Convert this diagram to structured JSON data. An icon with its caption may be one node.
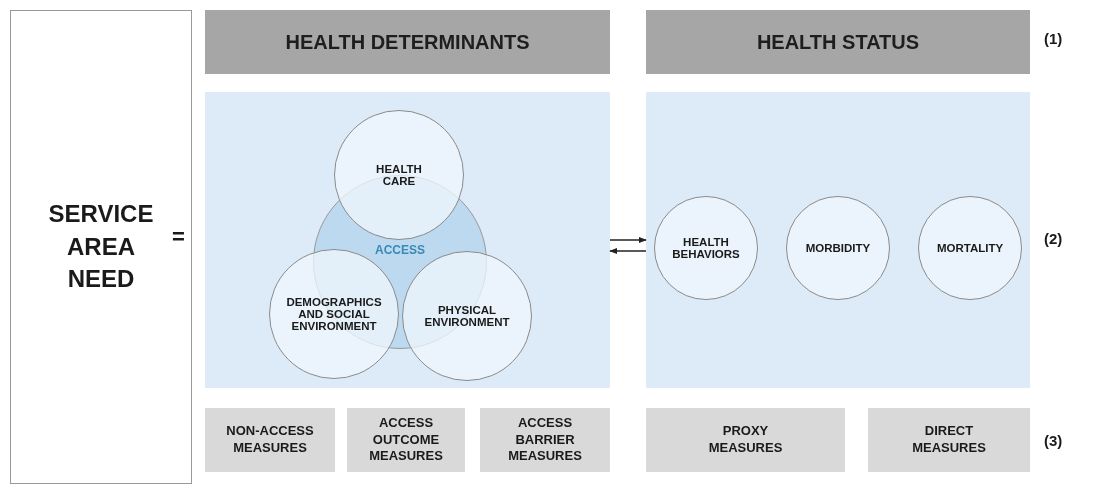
{
  "diagram": {
    "nodes": [
      {
        "text": [
          "SERVICE AREA NEED"
        ]
      },
      {
        "text": [
          "HEALTH DETERMINANTS"
        ]
      },
      {
        "text": [
          "HEALTH STATUS"
        ]
      },
      {
        "text": [],
        "shape": "box"
      },
      {
        "text": [
          "HEALTH CARE"
        ],
        "in": 3
      },
      {
        "text": [
          "ACCESS"
        ],
        "in": 3
      },
      {
        "text": [
          "DEMOGRAPHICS AND SOCIAL ENVIRONMENT"
        ],
        "in": 3
      },
      {
        "text": [
          "PHYSICAL ENVIRONMENT"
        ],
        "in": 3
      },
      {
        "text": [],
        "shape": "box"
      },
      {
        "text": [
          "HEALTH BEHAVIORS"
        ],
        "in": 8
      },
      {
        "text": [
          "MORBIDITY"
        ],
        "in": 8
      },
      {
        "text": [
          "MORTALITY"
        ],
        "in": 8
      },
      {
        "text": [
          "NON-ACCESS MEASURES"
        ]
      },
      {
        "text": [
          "ACCESS OUTCOME MEASURES"
        ]
      },
      {
        "text": [
          "ACCESS BARRIER MEASURES"
        ]
      },
      {
        "text": [
          "PROXY MEASURES"
        ]
      },
      {
        "text": [
          "DIRECT MEASURES"
        ]
      }
    ],
    "edges": [
      {
        "from": 3,
        "to": 8,
        "arrow": "to"
      },
      {
        "from": 8,
        "to": 3,
        "arrow": "to"
      }
    ],
    "labels": [
      "=",
      "(1)",
      "(2)",
      "(3)"
    ]
  }
}
